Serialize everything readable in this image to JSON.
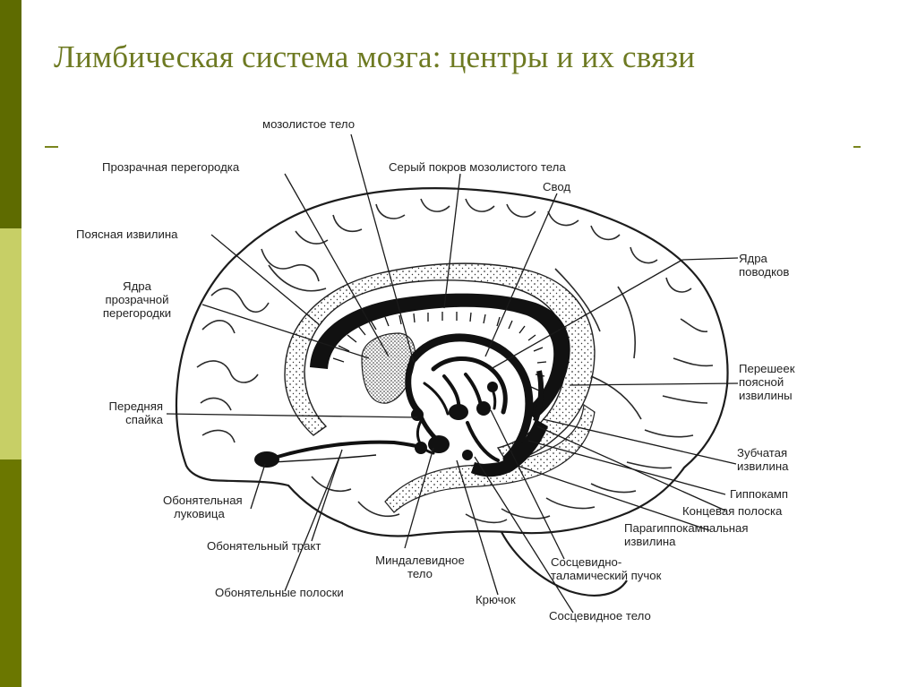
{
  "slide": {
    "title": "Лимбическая система мозга: центры и их связи",
    "accent_colors": [
      "#5e6b00",
      "#c7cf66",
      "#6b7700"
    ],
    "title_color": "#6e7a22"
  },
  "labels": {
    "corpus_callosum": "мозолистое тело",
    "septum_pellucidum": "Прозрачная перегородка",
    "indusium_griseum": "Серый покров мозолистого тела",
    "fornix": "Свод",
    "cingulate_gyrus": "Поясная извилина",
    "habenular_nuclei": [
      "Ядра",
      "поводков"
    ],
    "septal_nuclei": [
      "Ядра",
      "прозрачной",
      "перегородки"
    ],
    "isthmus": [
      "Перешеек",
      "поясной",
      "извилины"
    ],
    "anterior_commissure": [
      "Передняя",
      "спайка"
    ],
    "dentate_gyrus": [
      "Зубчатая",
      "извилина"
    ],
    "olfactory_bulb": [
      "Обонятельная",
      "луковица"
    ],
    "hippocampus": "Гиппокамп",
    "stria_terminalis": "Концевая полоска",
    "parahippocampal_gyrus": [
      "Парагиппокампальная",
      "извилина"
    ],
    "olfactory_tract": "Обонятельный тракт",
    "amygdala": [
      "Миндалевидное",
      "тело"
    ],
    "mammillothalamic_tract": [
      "Сосцевидно-",
      "таламический пучок"
    ],
    "olfactory_striae": "Обонятельные полоски",
    "uncus": "Крючок",
    "mammillary_body": "Сосцевидное тело"
  }
}
